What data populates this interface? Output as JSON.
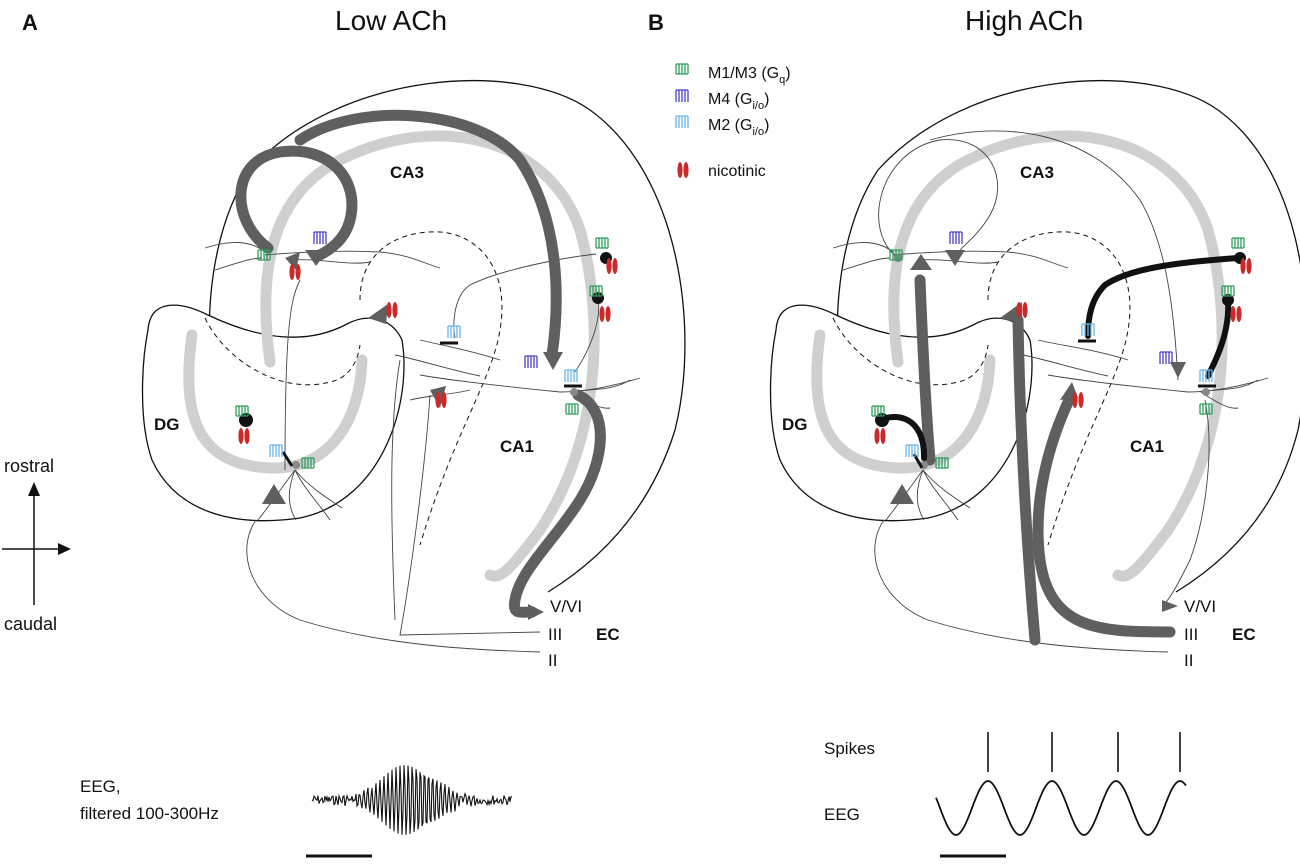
{
  "panels": [
    {
      "letter": "A",
      "title": "Low ACh",
      "regions": {
        "dg": "DG",
        "ca3": "CA3",
        "ca1": "CA1",
        "ec": "EC"
      },
      "ec_layers": [
        "V/VI",
        "III",
        "II"
      ],
      "eeg": {
        "label_line1": "EEG,",
        "label_line2": "filtered 100-300Hz"
      }
    },
    {
      "letter": "B",
      "title": "High ACh",
      "regions": {
        "dg": "DG",
        "ca3": "CA3",
        "ca1": "CA1",
        "ec": "EC"
      },
      "ec_layers": [
        "V/VI",
        "III",
        "II"
      ],
      "eeg": {
        "spikes_label": "Spikes",
        "eeg_label": "EEG"
      }
    }
  ],
  "legend": {
    "items": [
      {
        "main": "M1/M3 (G",
        "sub": "q",
        "tail": ")",
        "color": "#2e9e5b",
        "icon": "receptor-m1m3-icon"
      },
      {
        "main": "M4 (G",
        "sub": "i/o",
        "tail": ")",
        "color": "#4b3fc7",
        "icon": "receptor-m4-icon"
      },
      {
        "main": "M2 (G",
        "sub": "i/o",
        "tail": ")",
        "color": "#6ab3e8",
        "icon": "receptor-m2-icon"
      },
      {
        "main": "nicotinic",
        "sub": "",
        "tail": "",
        "color": "#cc2a2a",
        "icon": "receptor-nicotinic-icon"
      }
    ]
  },
  "orientation": {
    "top": "rostral",
    "bottom": "caudal"
  },
  "colors": {
    "pathway_dark": "#5f5f5f",
    "pathway_light": "#cfcfcf",
    "pathway_black": "#111111",
    "m1m3": "#2e9e5b",
    "m4": "#4b3fc7",
    "m2": "#6ab3e8",
    "nicotinic": "#cc2a2a"
  }
}
